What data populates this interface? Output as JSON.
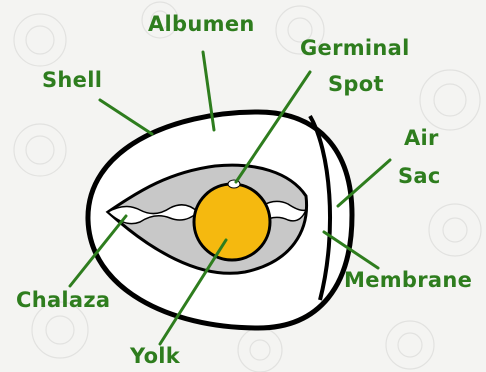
{
  "colors": {
    "label": "#2e7d1e",
    "leader": "#2e7d1e",
    "outline": "#000000",
    "albumen": "#ffffff",
    "inner_albumen": "#c8c8c8",
    "yolk": "#f5b90f",
    "background": "#f4f4f2",
    "pattern": "#e2e2e0"
  },
  "labels": {
    "albumen": "Albumen",
    "germinal_line1": "Germinal",
    "germinal_line2": "Spot",
    "shell": "Shell",
    "air_line1": "Air",
    "air_line2": "Sac",
    "chalaza": "Chalaza",
    "membrane": "Membrane",
    "yolk": "Yolk"
  }
}
